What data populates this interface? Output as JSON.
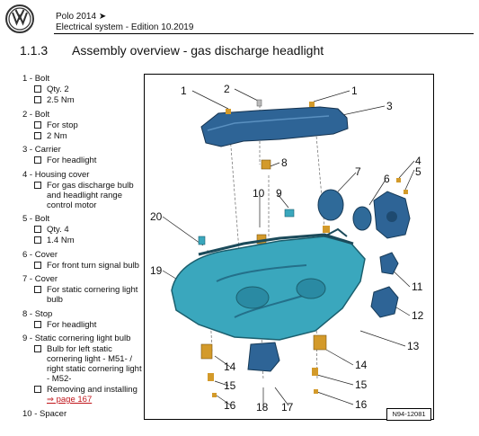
{
  "header": {
    "title": "Polo 2014 ➤",
    "subtitle": "Electrical system - Edition 10.2019"
  },
  "section": {
    "number": "1.1.3",
    "title": "Assembly overview - gas discharge headlight"
  },
  "legend": [
    {
      "head": "1 - Bolt",
      "subs": [
        "Qty. 2",
        "2.5 Nm"
      ]
    },
    {
      "head": "2 - Bolt",
      "subs": [
        "For stop",
        "2 Nm"
      ]
    },
    {
      "head": "3 - Carrier",
      "subs": [
        "For headlight"
      ]
    },
    {
      "head": "4 - Housing cover",
      "subs": [
        "For gas discharge bulb and headlight range control motor"
      ]
    },
    {
      "head": "5 - Bolt",
      "subs": [
        "Qty. 4",
        "1.4 Nm"
      ]
    },
    {
      "head": "6 - Cover",
      "subs": [
        "For front turn signal bulb"
      ]
    },
    {
      "head": "7 - Cover",
      "subs": [
        "For static cornering light bulb"
      ]
    },
    {
      "head": "8 - Stop",
      "subs": [
        "For headlight"
      ]
    },
    {
      "head": "9 - Static cornering light bulb",
      "subs": [
        "Bulb for left static cornering light - M51- / right static cornering light - M52-",
        "Removing and installing"
      ]
    },
    {
      "head": "10 - Spacer",
      "subs": []
    }
  ],
  "link_text": "⇒ page 167",
  "callouts": [
    "1",
    "2",
    "1",
    "3",
    "4",
    "5",
    "6",
    "7",
    "8",
    "9",
    "10",
    "20",
    "11",
    "12",
    "13",
    "14",
    "14",
    "15",
    "15",
    "16",
    "16",
    "17",
    "18",
    "19"
  ],
  "figure_id": "N94-12081",
  "colors": {
    "headlight": "#3aa7bd",
    "carrier": "#2e6496",
    "brass": "#d39a2a"
  }
}
